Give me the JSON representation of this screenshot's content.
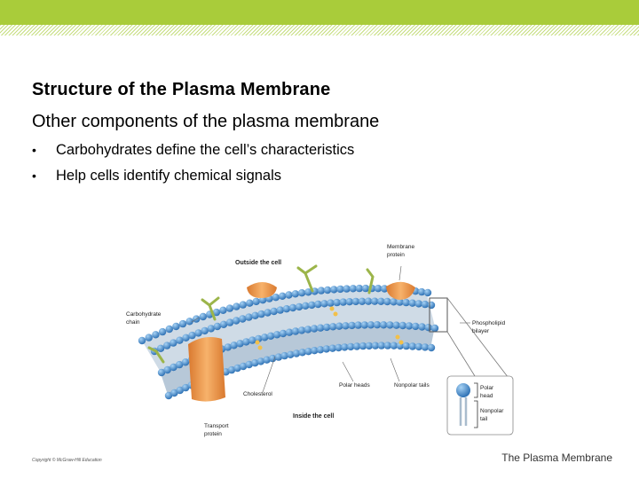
{
  "title": "Structure of the Plasma Membrane",
  "subtitle": "Other components of the plasma membrane",
  "bullets": [
    "Carbohydrates define the cell’s characteristics",
    "Help cells identify chemical signals"
  ],
  "bullet_symbol": "•",
  "figure": {
    "labels": {
      "outside": "Outside the cell",
      "membrane_protein_1": "Membrane",
      "membrane_protein_2": "protein",
      "carbohydrate_1": "Carbohydrate",
      "carbohydrate_2": "chain",
      "phospholipid_1": "Phospholipid",
      "phospholipid_2": "bilayer",
      "cholesterol": "Cholesterol",
      "polar_heads": "Polar heads",
      "nonpolar_tails": "Nonpolar tails",
      "inside": "Inside the cell",
      "transport_1": "Transport",
      "transport_2": "protein",
      "polar_head_1": "Polar",
      "polar_head_2": "head",
      "nonpolar_tail_1": "Nonpolar",
      "nonpolar_tail_2": "tail"
    }
  },
  "copyright": "Copyright © McGraw-Hill Education",
  "footer": "The Plasma Membrane",
  "colors": {
    "top_bar": "#a9cc3a",
    "heads": "#3f86c9",
    "tails": "#c9d7e3",
    "protein": "#ef9b4d",
    "carbohydrate": "#9cb54a"
  }
}
